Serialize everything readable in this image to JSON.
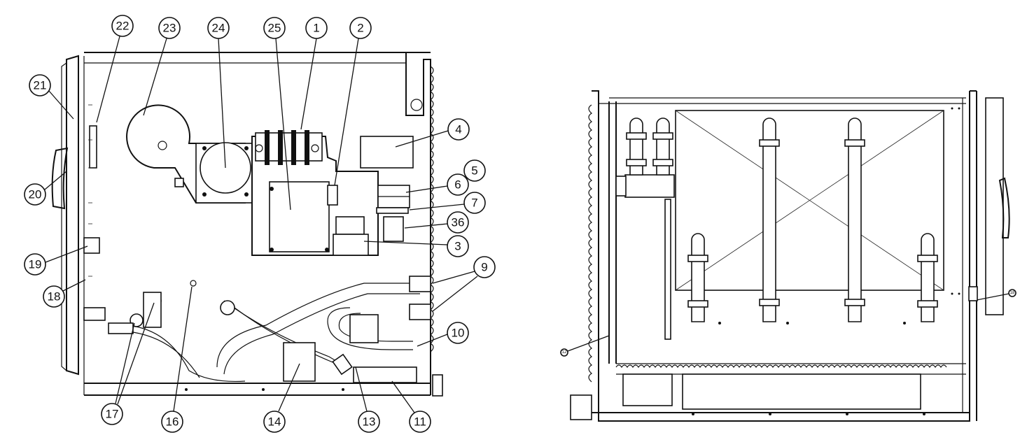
{
  "callouts": {
    "c1": "1",
    "c2": "2",
    "c3": "3",
    "c4": "4",
    "c5": "5",
    "c6": "6",
    "c7": "7",
    "c9": "9",
    "c10": "10",
    "c11": "11",
    "c13": "13",
    "c14": "14",
    "c16": "16",
    "c17": "17",
    "c18": "18",
    "c19": "19",
    "c20": "20",
    "c21": "21",
    "c22": "22",
    "c23": "23",
    "c24": "24",
    "c25": "25",
    "c36": "36",
    "r12": "12",
    "r18": "18"
  }
}
